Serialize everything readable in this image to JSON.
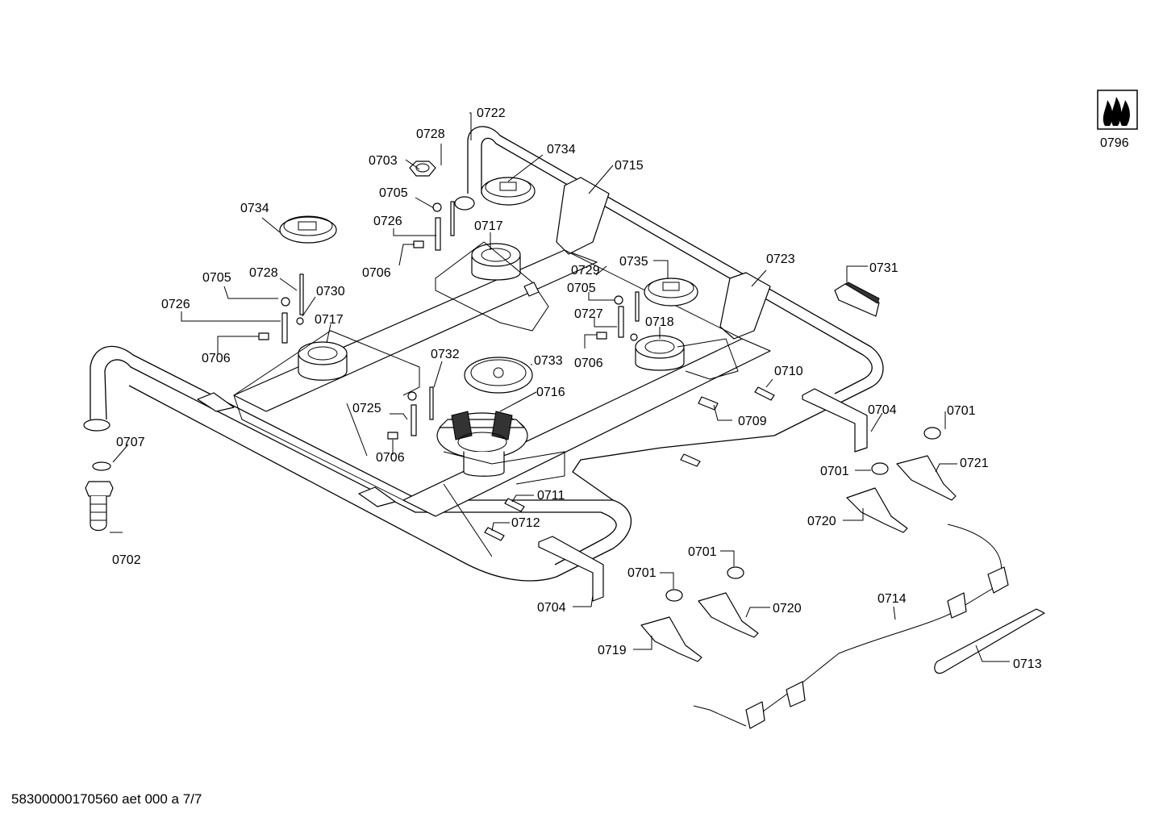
{
  "labels": {
    "l0722": "0722",
    "l0728a": "0728",
    "l0703": "0703",
    "l0734a": "0734",
    "l0715": "0715",
    "l0705a": "0705",
    "l0726a": "0726",
    "l0717a": "0717",
    "l0706a": "0706",
    "l0734b": "0734",
    "l0705b": "0705",
    "l0728b": "0728",
    "l0730": "0730",
    "l0726b": "0726",
    "l0717b": "0717",
    "l0706b": "0706",
    "l0729": "0729",
    "l0735": "0735",
    "l0723": "0723",
    "l0731": "0731",
    "l0705c": "0705",
    "l0727": "0727",
    "l0718": "0718",
    "l0706c": "0706",
    "l0732": "0732",
    "l0733": "0733",
    "l0710": "0710",
    "l0716": "0716",
    "l0725": "0725",
    "l0709": "0709",
    "l0704a": "0704",
    "l0701a": "0701",
    "l0706d": "0706",
    "l0707": "0707",
    "l0701b": "0701",
    "l0721": "0721",
    "l0711": "0711",
    "l0720a": "0720",
    "l0712": "0712",
    "l0702": "0702",
    "l0701c": "0701",
    "l0701d": "0701",
    "l0720b": "0720",
    "l0704b": "0704",
    "l0714": "0714",
    "l0719": "0719",
    "l0713": "0713",
    "l0796": "0796"
  },
  "footer": "58300000170560 aet 000 a 7/7"
}
